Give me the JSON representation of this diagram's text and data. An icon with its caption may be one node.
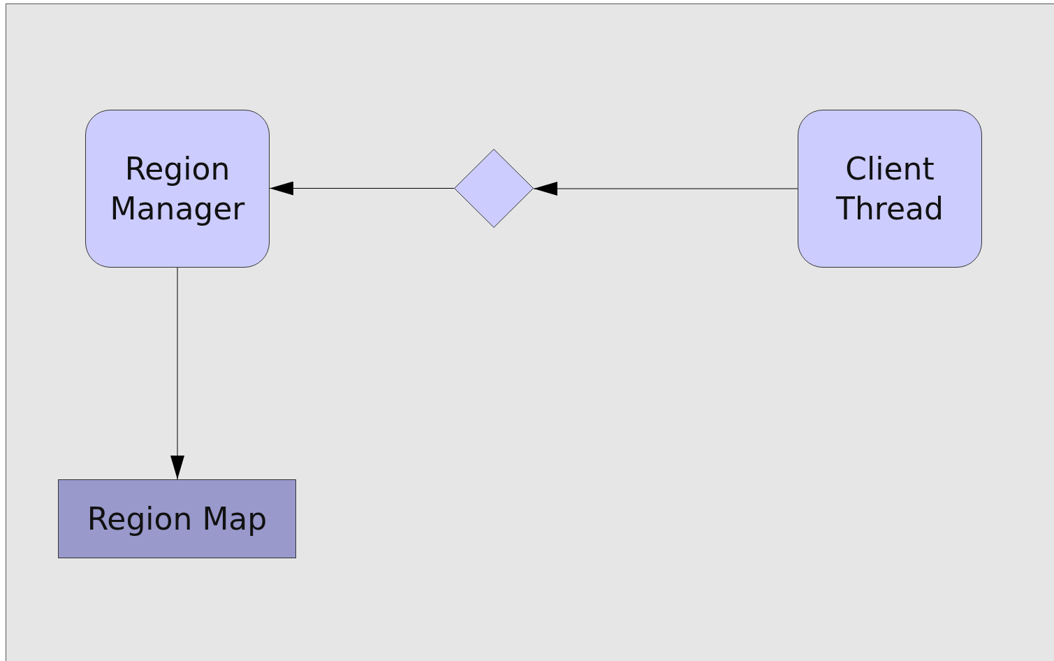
{
  "diagram": {
    "nodes": [
      {
        "text": [
          "Region Manager"
        ]
      },
      {
        "text": [],
        "shape": "diamond"
      },
      {
        "text": [
          "Client Thread"
        ]
      },
      {
        "text": [
          "Region Map"
        ]
      }
    ],
    "edges": [
      {
        "from": 2,
        "to": 1,
        "arrow": "to"
      },
      {
        "from": 1,
        "to": 0,
        "arrow": "to"
      },
      {
        "from": 0,
        "to": 3,
        "arrow": "to"
      }
    ]
  }
}
